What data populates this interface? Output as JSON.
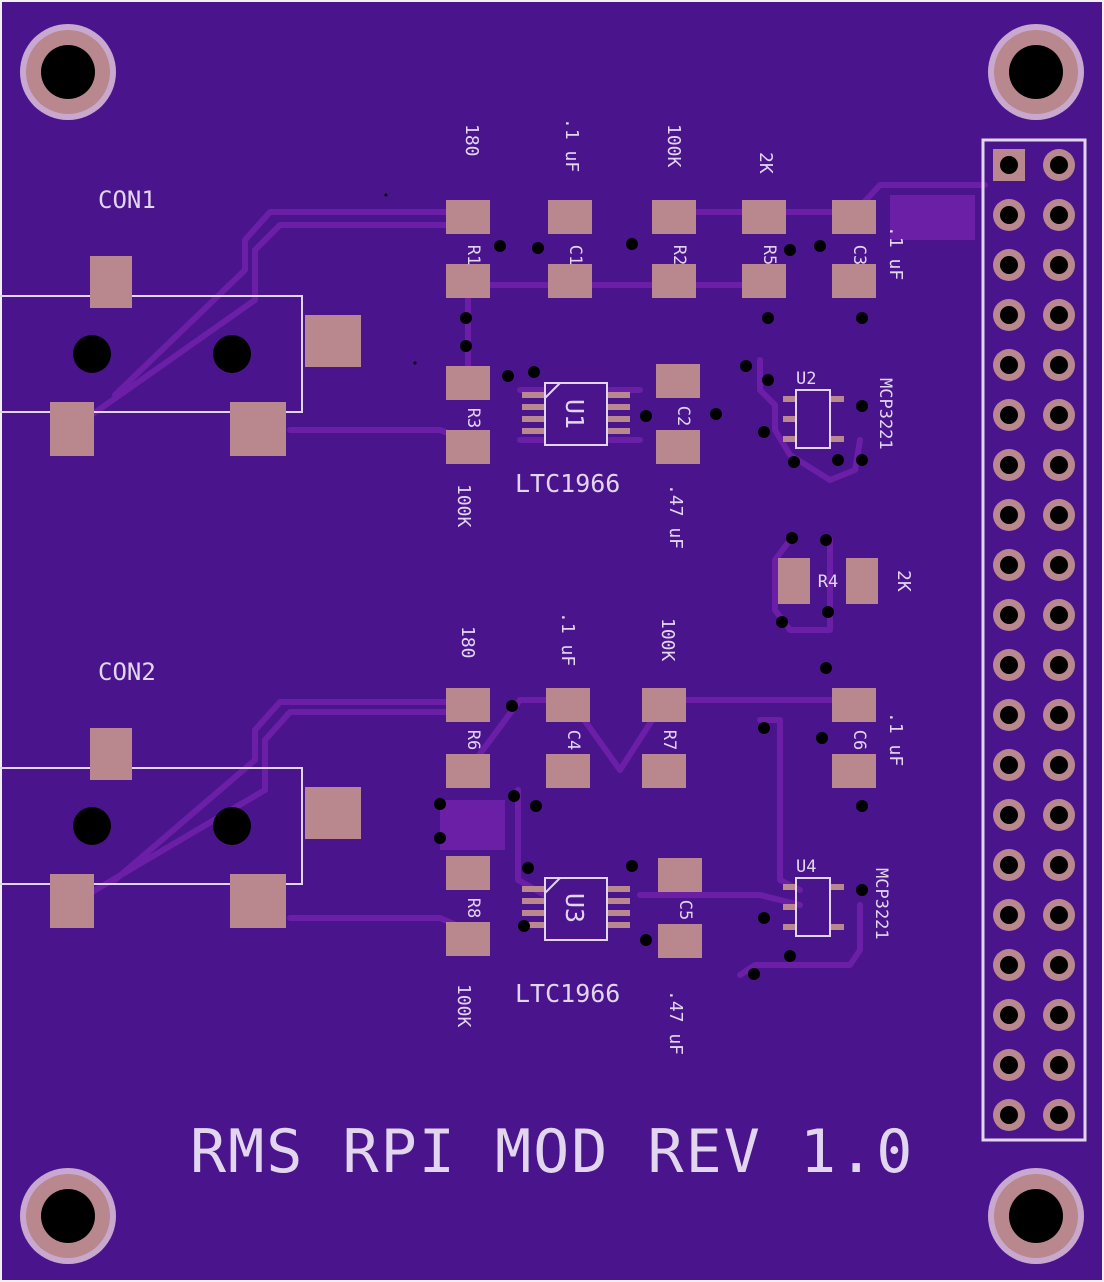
{
  "board_title": "RMS RPI MOD REV 1.0",
  "connectors": {
    "con1": "CON1",
    "con2": "CON2"
  },
  "channel1": {
    "r1": {
      "ref": "R1",
      "value": "180"
    },
    "c1": {
      "ref": "C1",
      "value": ".1 uF"
    },
    "r2": {
      "ref": "R2",
      "value": "100K"
    },
    "r5": {
      "ref": "R5",
      "value": "2K"
    },
    "c3": {
      "ref": "C3",
      "value": ".1 uF"
    },
    "r3": {
      "ref": "R3",
      "value": "100K"
    },
    "u1": {
      "ref": "U1",
      "value": "LTC1966"
    },
    "c2": {
      "ref": "C2",
      "value": ".47 uF"
    },
    "u2": {
      "ref": "U2",
      "value": "MCP3221"
    }
  },
  "shared": {
    "r4": {
      "ref": "R4",
      "value": "2K"
    }
  },
  "channel2": {
    "r6": {
      "ref": "R6",
      "value": "180"
    },
    "c4": {
      "ref": "C4",
      "value": ".1 uF"
    },
    "r7": {
      "ref": "R7",
      "value": "100K"
    },
    "c6": {
      "ref": "C6",
      "value": ".1 uF"
    },
    "r8": {
      "ref": "R8",
      "value": "100K"
    },
    "u3": {
      "ref": "U3",
      "value": "LTC1966"
    },
    "c5": {
      "ref": "C5",
      "value": ".47 uF"
    },
    "u4": {
      "ref": "U4",
      "value": "MCP3221"
    }
  },
  "colors": {
    "board": "#4a148c",
    "copper": "#6a1fa6",
    "silkscreen": "#e2d6ee",
    "pad": "#b9888f"
  }
}
